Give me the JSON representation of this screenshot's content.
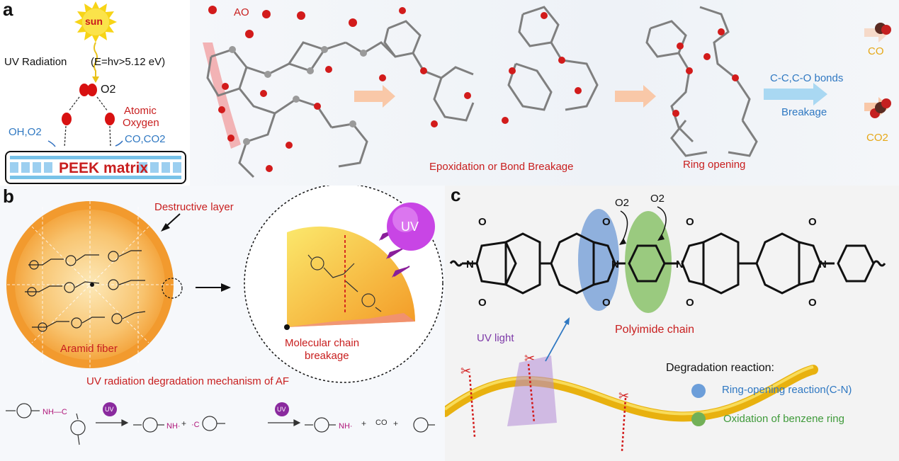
{
  "panel_a": {
    "label": "a",
    "sun": "sun",
    "uv_radiation": "UV Radiation",
    "energy": "(E=hv>5.12 eV)",
    "o2": "O2",
    "atomic_oxygen_1": "Atomic",
    "atomic_oxygen_2": "Oxygen",
    "oh_o2": "OH,O2",
    "co_co2_left": "CO,CO2",
    "matrix": "PEEK matrix",
    "ao": "AO",
    "epoxidation": "Epoxidation or Bond Breakage",
    "ring_opening": "Ring opening",
    "bonds": "C-C,C-O bonds",
    "breakage": "Breakage",
    "co": "CO",
    "co2": "CO2"
  },
  "panel_b": {
    "label": "b",
    "destructive_layer": "Destructive layer",
    "aramid_fiber": "Aramid fiber",
    "uv": "UV",
    "chain_breakage_1": "Molecular chain",
    "chain_breakage_2": "breakage",
    "mechanism_title": "UV radiation degradation mechanism of AF",
    "uv_small": "UV",
    "co_product": "CO",
    "plus": "+"
  },
  "panel_c": {
    "label": "c",
    "o2_1": "O2",
    "o2_2": "O2",
    "polyimide": "Polyimide chain",
    "uv_light": "UV light",
    "degradation_title": "Degradation reaction:",
    "legend_blue": "Ring-opening reaction(C-N)",
    "legend_green": "Oxidation of benzene ring"
  },
  "colors": {
    "red_text": "#c81e1e",
    "blue_text": "#2f78c2",
    "gold_text": "#e6a817",
    "orange_fiber": "#f4a640",
    "uv_purple": "#b83ad8",
    "blue_ellipse": "#7da3d8",
    "green_ellipse": "#8ac26a"
  }
}
